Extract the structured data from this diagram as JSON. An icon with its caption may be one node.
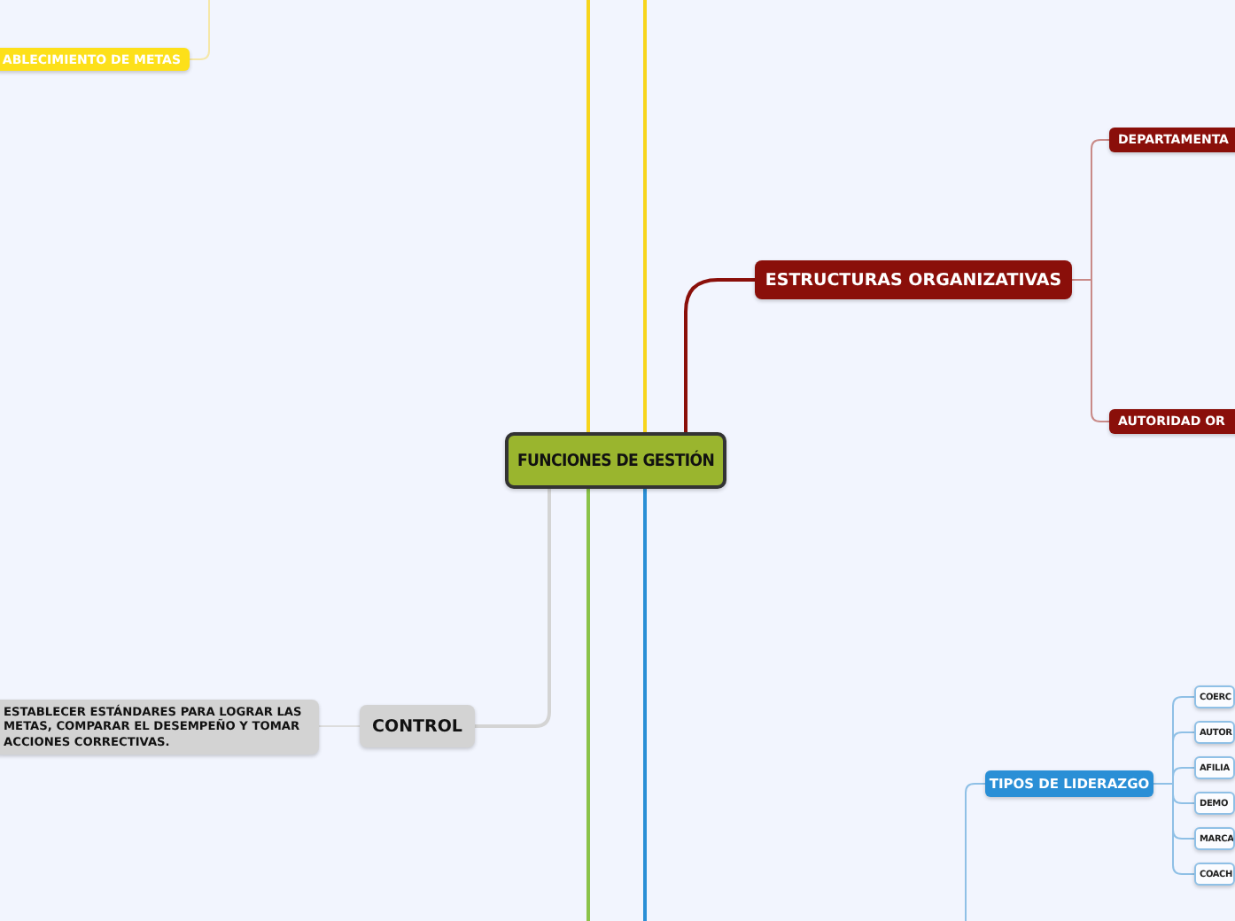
{
  "diagram": {
    "nodes": [
      {
        "text": [
          "FUNCIONES DE GESTIÓN"
        ]
      },
      {
        "text": [
          "ABLECIMIENTO DE METAS"
        ]
      },
      {
        "text": [
          "ESTRUCTURAS ORGANIZATIVAS"
        ]
      },
      {
        "text": [
          "DEPARTAMENTA"
        ]
      },
      {
        "text": [
          "AUTORIDAD  OR"
        ]
      },
      {
        "text": [
          "CONTROL"
        ]
      },
      {
        "text": [
          "ESTABLECER ESTÁNDARES PARA LOGRAR LAS METAS, COMPARAR EL DESEMPEÑO Y TOMAR ACCIONES CORRECTIVAS."
        ]
      },
      {
        "text": [
          "TIPOS DE LIDERAZGO"
        ]
      },
      {
        "text": [
          "COERC"
        ]
      },
      {
        "text": [
          "AUTOR"
        ]
      },
      {
        "text": [
          "AFILIA"
        ]
      },
      {
        "text": [
          "DEMO"
        ]
      },
      {
        "text": [
          "MARCA"
        ]
      },
      {
        "text": [
          "COACH"
        ]
      }
    ],
    "edges": [
      {
        "from": null,
        "to": 1,
        "arrow": "none",
        "color": "#f5e7a8"
      },
      {
        "from": 0,
        "to": null,
        "arrow": "none",
        "color": "#f7d51d"
      },
      {
        "from": 0,
        "to": null,
        "arrow": "none",
        "color": "#f7d51d"
      },
      {
        "from": 0,
        "to": 2,
        "arrow": "none",
        "color": "#8a0f0a"
      },
      {
        "from": 2,
        "to": 3,
        "arrow": "none",
        "color": "#c98a88"
      },
      {
        "from": 2,
        "to": 4,
        "arrow": "none",
        "color": "#c98a88"
      },
      {
        "from": 0,
        "to": 5,
        "arrow": "none",
        "color": "#d4d4d4"
      },
      {
        "from": 5,
        "to": 6,
        "arrow": "none",
        "color": "#dcdcdc"
      },
      {
        "from": 0,
        "to": null,
        "arrow": "none",
        "color": "#8bc34a"
      },
      {
        "from": 0,
        "to": null,
        "arrow": "none",
        "color": "#2a8fd6"
      },
      {
        "from": null,
        "to": 7,
        "arrow": "none",
        "color": "#8fc0e6"
      },
      {
        "from": 7,
        "to": 8,
        "arrow": "none",
        "color": "#8fc0e6"
      },
      {
        "from": 7,
        "to": 9,
        "arrow": "none",
        "color": "#8fc0e6"
      },
      {
        "from": 7,
        "to": 10,
        "arrow": "none",
        "color": "#8fc0e6"
      },
      {
        "from": 7,
        "to": 11,
        "arrow": "none",
        "color": "#8fc0e6"
      },
      {
        "from": 7,
        "to": 12,
        "arrow": "none",
        "color": "#8fc0e6"
      },
      {
        "from": 7,
        "to": 13,
        "arrow": "none",
        "color": "#8fc0e6"
      }
    ]
  }
}
